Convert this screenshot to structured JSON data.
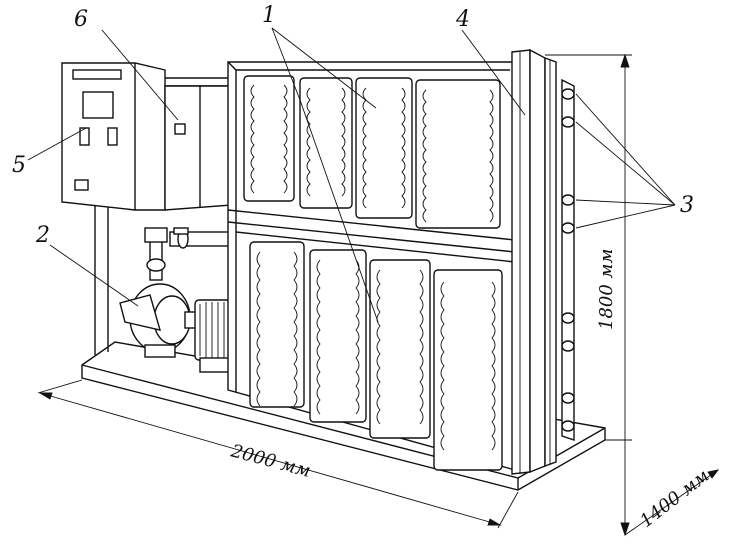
{
  "callouts": {
    "n1": "1",
    "n2": "2",
    "n3": "3",
    "n4": "4",
    "n5": "5",
    "n6": "6"
  },
  "dimensions": {
    "length": "2000 мм",
    "height": "1800 мм",
    "depth": "1400 мм"
  }
}
